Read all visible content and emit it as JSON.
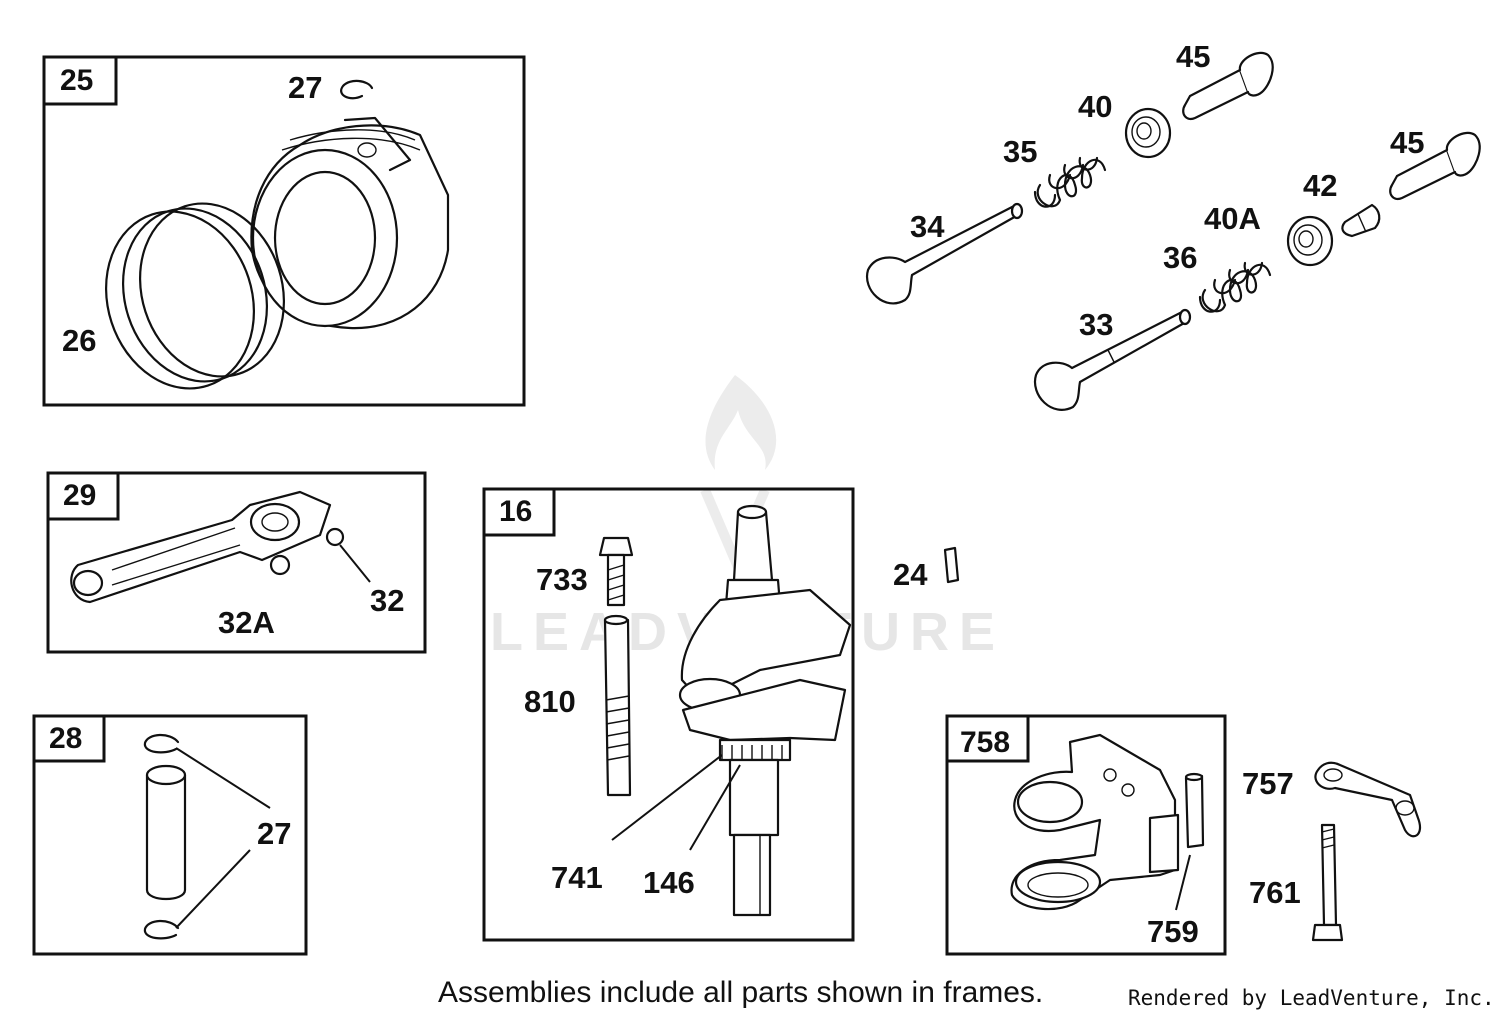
{
  "watermark": "LEADVENTURE",
  "frames": {
    "piston": "25",
    "connecting_rod": "29",
    "piston_pin": "28",
    "crankshaft": "16",
    "governor": "758"
  },
  "labels": {
    "retainer_top": "27",
    "rings": "26",
    "rod_screw": "32",
    "rod_screw_a": "32A",
    "pin_retainers": "27",
    "bolt": "733",
    "stud": "810",
    "gear": "741",
    "sprocket": "146",
    "key": "24",
    "gov_pin": "759",
    "gov_link": "757",
    "gov_screw": "761",
    "intake_valve": "34",
    "exhaust_valve": "33",
    "spring_intake": "35",
    "spring_exhaust": "36",
    "retainer_intake": "40",
    "retainer_exhaust": "40A",
    "keeper": "42",
    "tappet_1": "45",
    "tappet_2": "45"
  },
  "footer": {
    "note": "Assemblies include all parts shown in frames.",
    "credit": "Rendered by LeadVenture, Inc."
  }
}
